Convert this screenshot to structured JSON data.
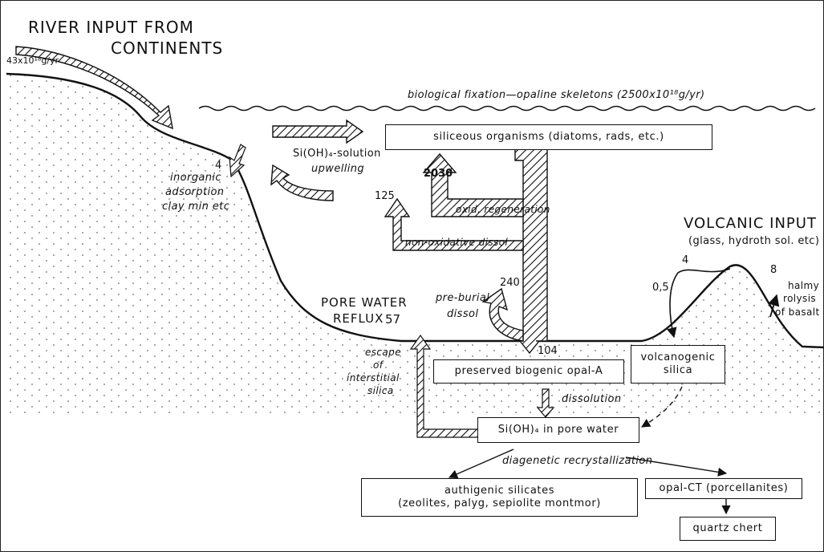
{
  "header": {
    "title_line1": "RIVER INPUT FROM",
    "title_line2": "CONTINENTS",
    "river_flux": "43x10¹⁸g/yr"
  },
  "surface": {
    "bio_fixation": "biological fixation—opaline skeletons (2500x10¹⁸g/yr)"
  },
  "boxes": {
    "siliceous": "siliceous organisms (diatoms, rads, etc.)",
    "preserved": "preserved biogenic opal-A",
    "volcanogenic_l1": "volcanogenic",
    "volcanogenic_l2": "silica",
    "pore_water": "Si(OH)₄ in pore water",
    "authigenic_l1": "authigenic silicates",
    "authigenic_l2": "(zeolites, palyg, sepiolite montmor)",
    "opal_ct": "opal-CT (porcellanites)",
    "quartz": "quartz chert"
  },
  "labels": {
    "sioh_solution": "Si(OH)₄-solution",
    "upwelling": "upwelling",
    "inorganic_l1": "inorganic",
    "inorganic_l2": "adsorption",
    "inorganic_l3": "clay min etc",
    "oxid_regen": "oxid. regeneration",
    "non_oxid": "non-oxidative dissol",
    "pre_burial_l1": "pre-burial",
    "pre_burial_l2": "dissol",
    "pore_reflux_l1": "PORE WATER",
    "pore_reflux_l2": "REFLUX",
    "escape_l1": "escape",
    "escape_l2": "of",
    "escape_l3": "interstitial",
    "escape_l4": "silica",
    "dissolution": "dissolution",
    "diagenetic": "diagenetic recrystallization",
    "volcanic_title": "VOLCANIC INPUT",
    "volcanic_sub": "(glass, hydroth sol. etc)",
    "halmy_l1": "halmy",
    "halmy_l2": "rolysis",
    "halmy_l3": "of basalt"
  },
  "numbers": {
    "n4_inorganic": "4",
    "n2030": "2030",
    "n125": "125",
    "n240": "240",
    "n57": "57",
    "n104": "104",
    "n4_volcanic": "4",
    "n0_5": "0,5",
    "n8": "8"
  }
}
